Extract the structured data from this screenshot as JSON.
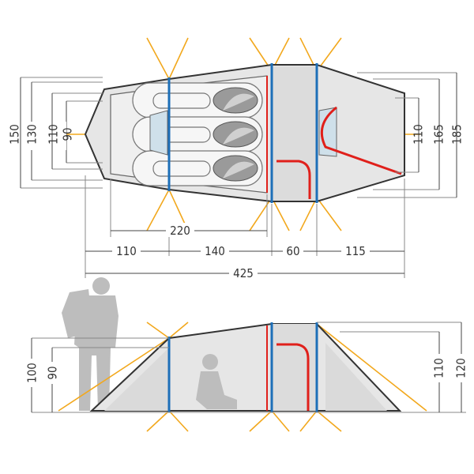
{
  "top_view": {
    "heights_left": [
      "150",
      "130",
      "110",
      "90"
    ],
    "heights_right": [
      "110",
      "165",
      "185"
    ],
    "inner_length": "220",
    "segments": [
      "110",
      "140",
      "60",
      "115"
    ],
    "total_length": "425"
  },
  "side_view": {
    "heights_left": [
      "100",
      "90"
    ],
    "heights_right": [
      "110",
      "120"
    ]
  },
  "colors": {
    "guy_lines": "#f2a81d",
    "pole_blue": "#1d6fb8",
    "pole_red": "#e0201b",
    "fabric": "#e6e6e6"
  }
}
